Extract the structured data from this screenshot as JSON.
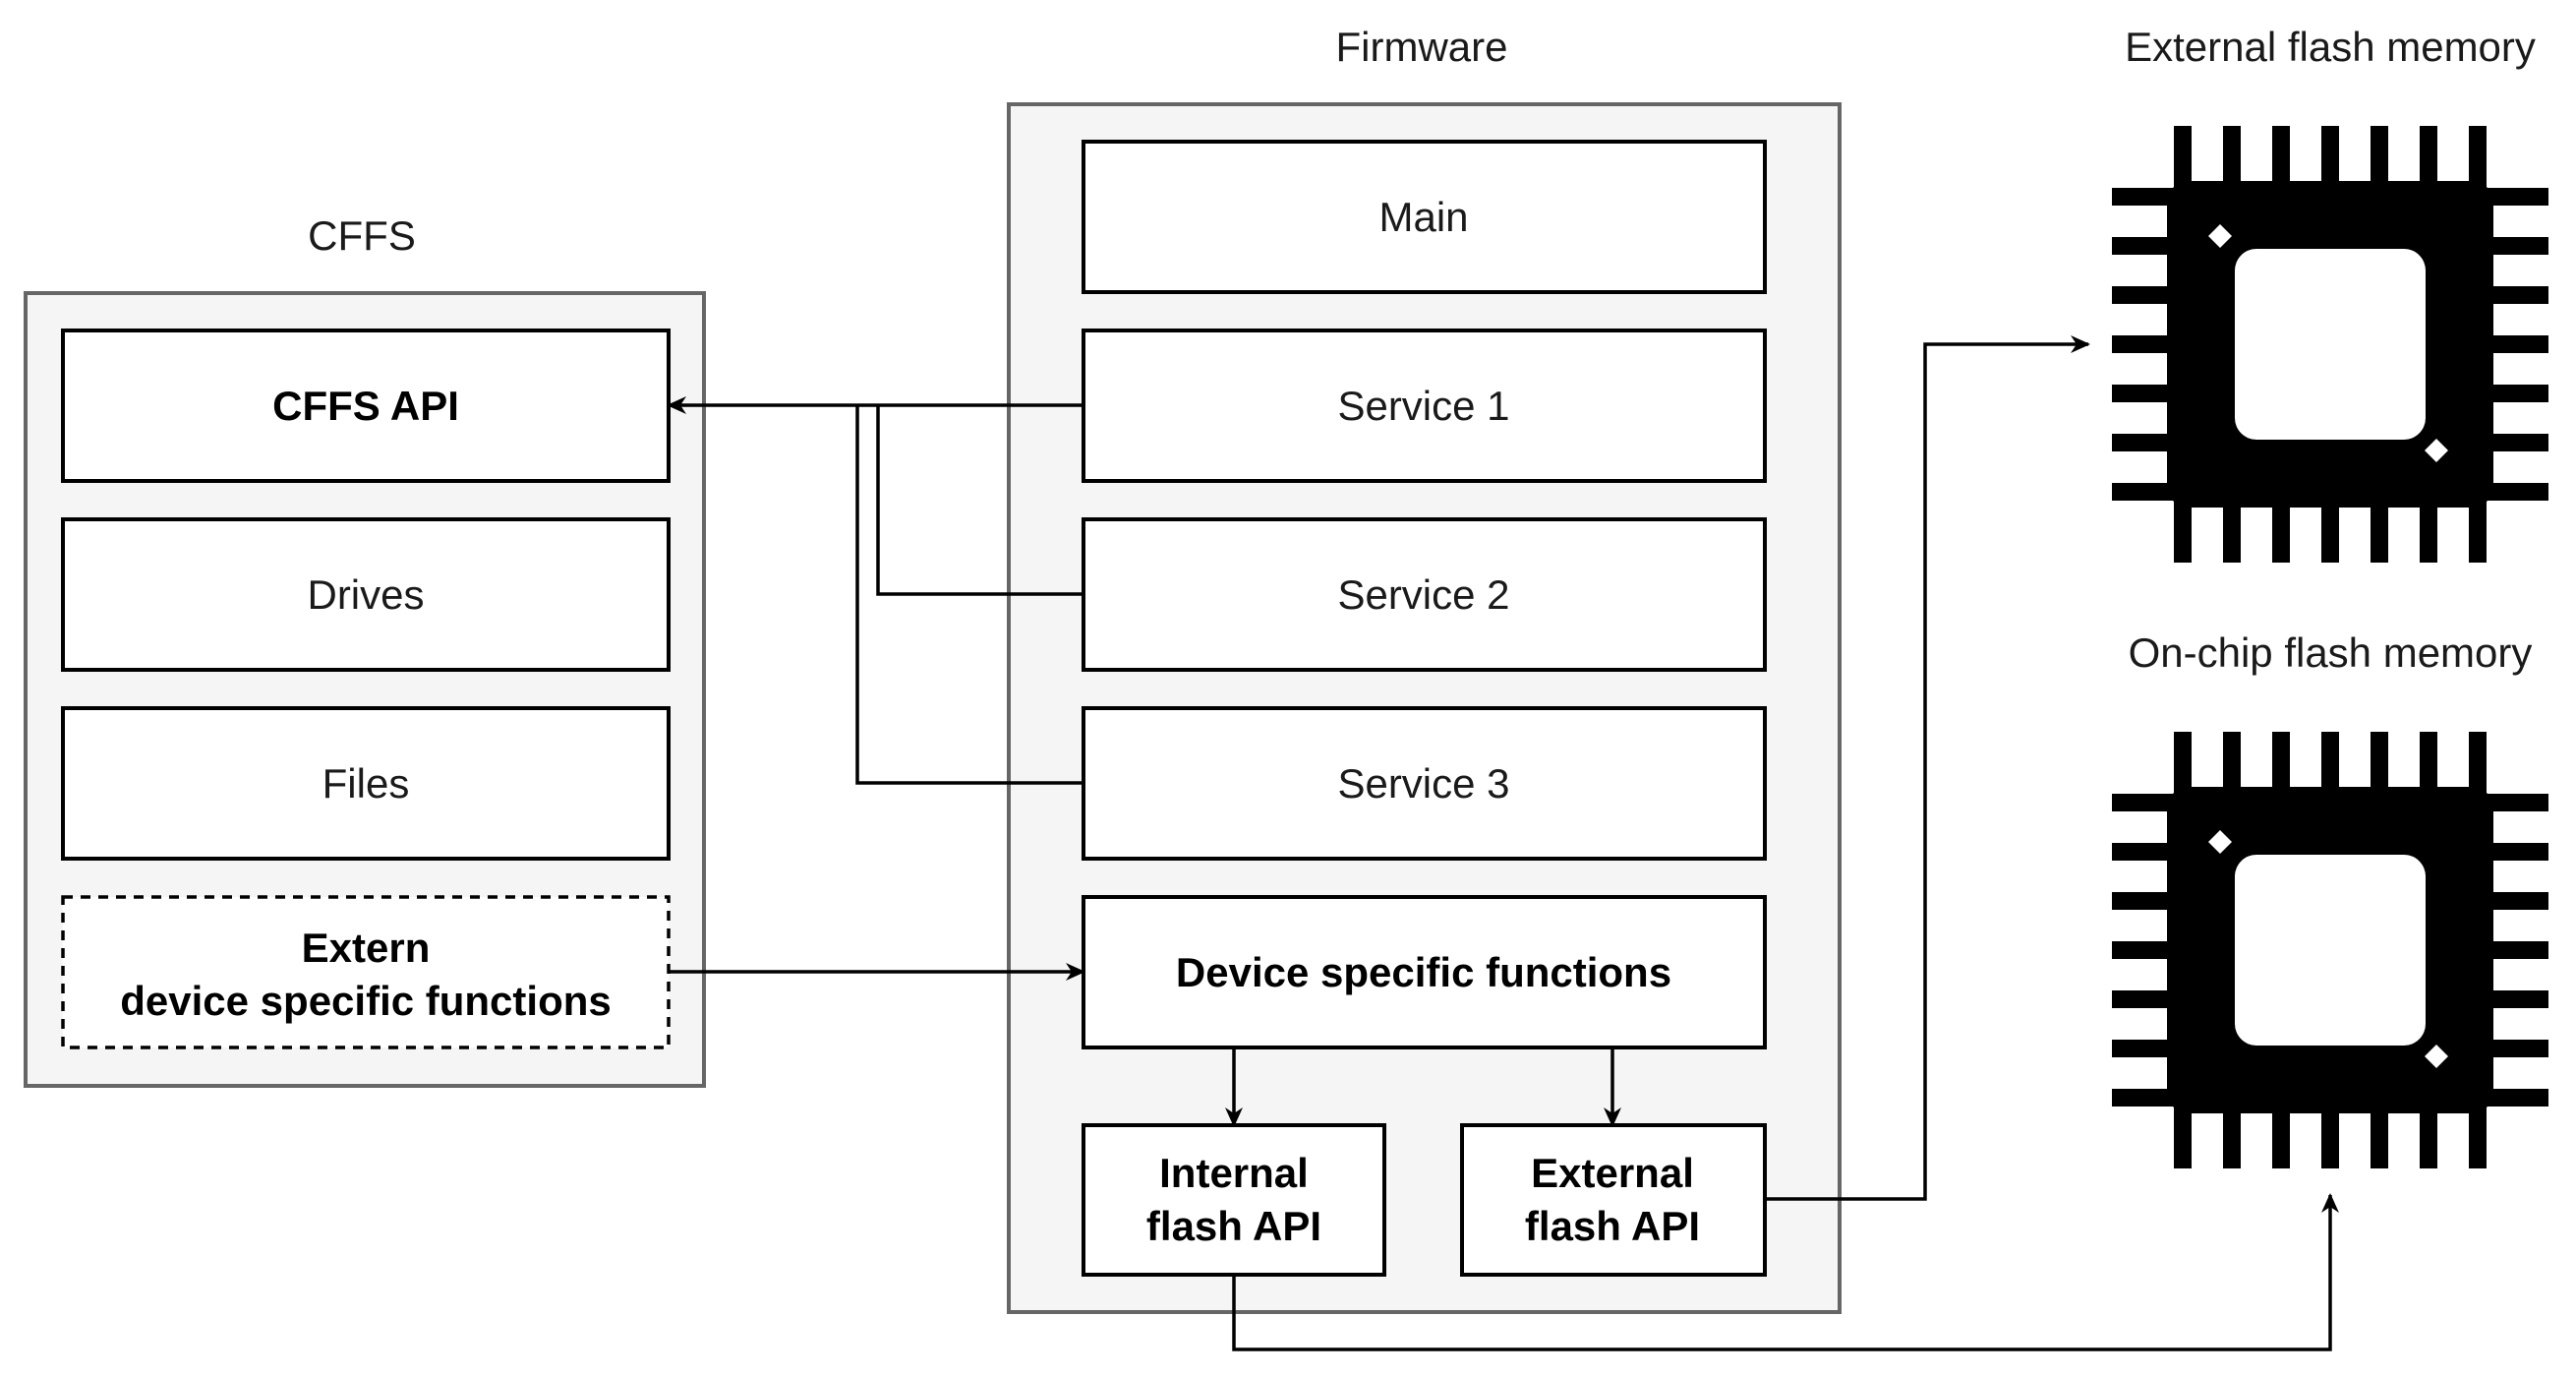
{
  "groups": {
    "cffs": {
      "title": "CFFS",
      "blocks": {
        "api": "CFFS API",
        "drives": "Drives",
        "files": "Files",
        "extern_line1": "Extern",
        "extern_line2": "device specific functions"
      }
    },
    "firmware": {
      "title": "Firmware",
      "blocks": {
        "main": "Main",
        "service1": "Service 1",
        "service2": "Service 2",
        "service3": "Service 3",
        "device_functions": "Device specific functions",
        "internal_line1": "Internal",
        "internal_line2": "flash API",
        "external_line1": "External",
        "external_line2": "flash API"
      }
    }
  },
  "memories": {
    "external": {
      "label": "External flash memory",
      "icon": "chip-icon"
    },
    "onchip": {
      "label": "On-chip flash memory",
      "icon": "chip-icon"
    }
  }
}
